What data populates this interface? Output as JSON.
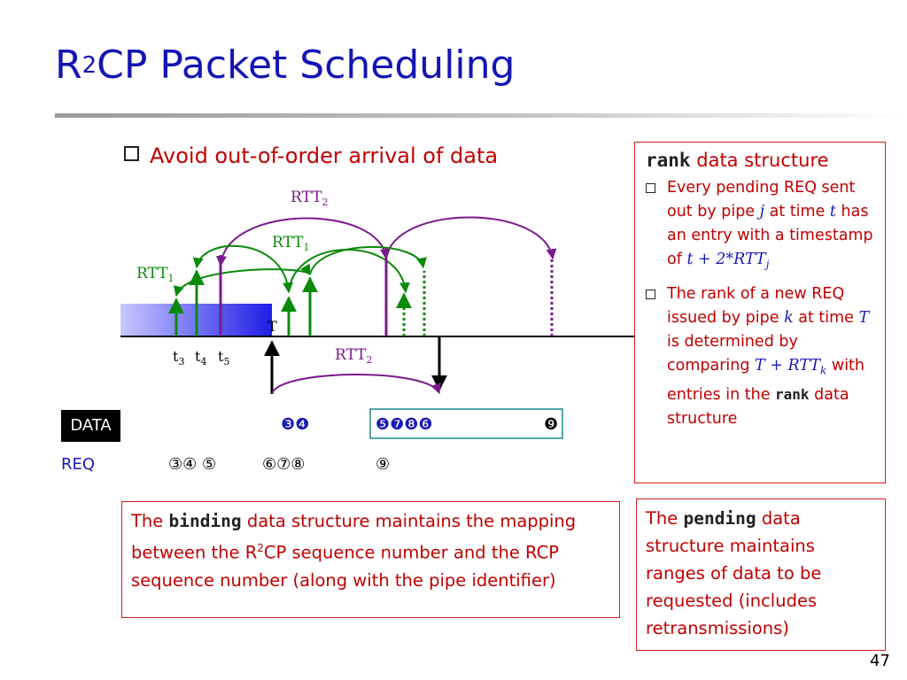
{
  "title": {
    "prefix": "R",
    "superscript": "2",
    "rest": "CP Packet Scheduling"
  },
  "main_bullet": "Avoid out-of-order arrival of data",
  "diagram": {
    "labels": {
      "rtt2_top_base": "RTT",
      "rtt2_top_sub": "2",
      "rtt1_mid_base": "RTT",
      "rtt1_mid_sub": "1",
      "rtt1_left_base": "RTT",
      "rtt1_left_sub": "1",
      "rtt2_bottom_base": "RTT",
      "rtt2_bottom_sub": "2",
      "T": "T",
      "t3_base": "t",
      "t3_sub": "3",
      "t4_base": "t",
      "t4_sub": "4",
      "t5_base": "t",
      "t5_sub": "5"
    },
    "data_label": "DATA",
    "req_label": "REQ",
    "data_row": {
      "group1": "❸❹",
      "group2": "❺❼❽❻",
      "group3": "❾"
    },
    "req_row": {
      "group1": "③④ ⑤",
      "group2": "⑥⑦⑧",
      "group3": "⑨"
    },
    "colors": {
      "green": "#0a8a0a",
      "purple": "#7a1a8a",
      "blue": "#1a1ab4",
      "teal": "#1a8a8a"
    }
  },
  "rank_box": {
    "title_mono": "rank",
    "title_rest": " data structure",
    "bullet1": {
      "t1": "Every pending REQ sent out by pipe ",
      "j": "j",
      "t2": " at time ",
      "t": "t",
      "t3": " has an entry with a timestamp of ",
      "t_var": "t",
      "formula": " + 2*RTT",
      "formula_sub": "j"
    },
    "bullet2": {
      "t1": "The rank of a new REQ issued by pipe ",
      "k": "k",
      "t2": " at time ",
      "T": "T",
      "t3": " is determined by comparing ",
      "formula": "T + RTT",
      "formula_sub": "k",
      "t4": " with entries in the ",
      "mono": "rank",
      "t5": " data structure"
    }
  },
  "binding_box": {
    "t1": "The ",
    "mono": "binding",
    "t2": " data structure maintains the mapping between the R",
    "sup": "2",
    "t3": "CP sequence number and the RCP sequence number (along with the pipe identifier)"
  },
  "pending_box": {
    "t1": "The ",
    "mono": "pending",
    "t2": " data structure maintains ranges of data to be requested (includes retransmissions)"
  },
  "page_number": "47"
}
